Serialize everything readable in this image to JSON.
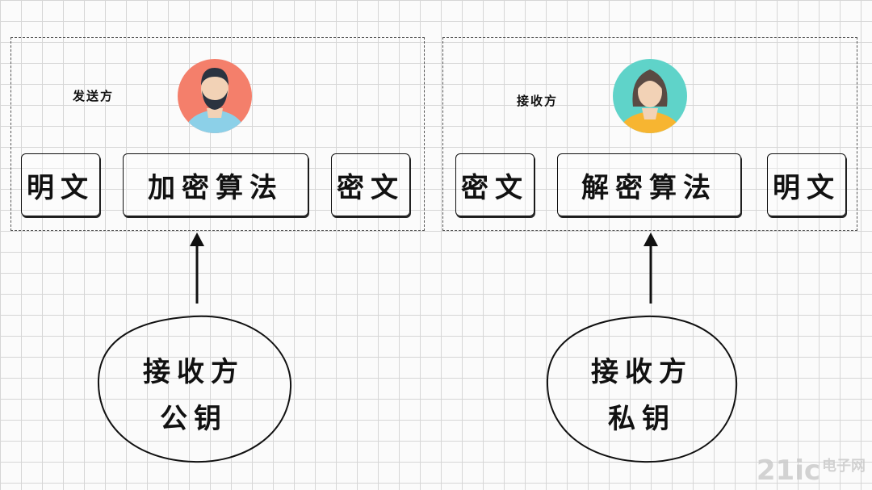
{
  "sender": {
    "title": "发送方",
    "boxes": [
      "明文",
      "加密算法",
      "密文"
    ],
    "key_line1": "接收方",
    "key_line2": "公钥"
  },
  "receiver": {
    "title": "接收方",
    "boxes": [
      "密文",
      "解密算法",
      "明文"
    ],
    "key_line1": "接收方",
    "key_line2": "私钥"
  },
  "colors": {
    "sender_avatar_bg": "#f47f6b",
    "receiver_avatar_bg": "#5fd3c9",
    "line": "#111111"
  },
  "watermark": {
    "logo": "21ic",
    "site": "电子网"
  }
}
